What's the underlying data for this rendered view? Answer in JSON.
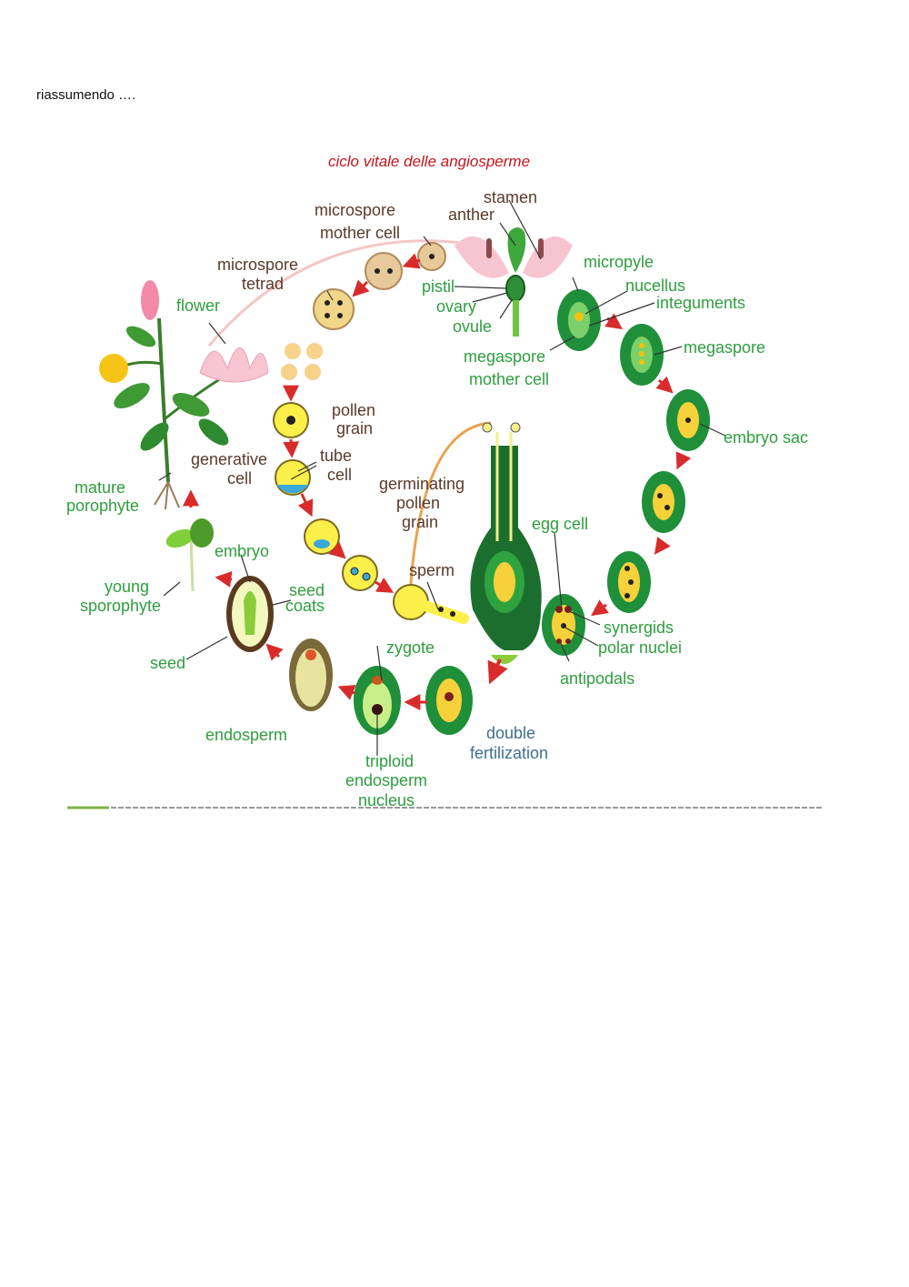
{
  "page": {
    "intro_text": "riassumendo ….",
    "figure_title": "ciclo vitale delle angiosperme"
  },
  "colors": {
    "title_red": "#c0151c",
    "label_brown": "#5a3a2a",
    "label_green": "#2e9e3e",
    "label_blue": "#3f6f8f",
    "arrow_red": "#d92b2b",
    "ovule_green": "#1f8f3a",
    "nucleus_yellow": "#f4c20d"
  },
  "labels": {
    "stamen": "stamen",
    "anther": "anther",
    "microspore_mother_cell_1": "microspore",
    "microspore_mother_cell_2": "mother cell",
    "microspore_tetrad_1": "microspore",
    "microspore_tetrad_2": "tetrad",
    "flower": "flower",
    "pistil": "pistil",
    "ovary": "ovary",
    "ovule": "ovule",
    "micropyle": "micropyle",
    "nucellus": "nucellus",
    "integuments": "integuments",
    "megaspore_mother_cell_1": "megaspore",
    "megaspore_mother_cell_2": "mother cell",
    "megaspore": "megaspore",
    "embryo_sac": "embryo sac",
    "pollen_grain_1": "pollen",
    "pollen_grain_2": "grain",
    "generative_cell_1": "generative",
    "generative_cell_2": "cell",
    "tube_cell_1": "tube",
    "tube_cell_2": "cell",
    "germinating_1": "germinating",
    "germinating_2": "pollen",
    "germinating_3": "grain",
    "mature_sporophyte_1": "mature",
    "mature_sporophyte_2": "porophyte",
    "embryo": "embryo",
    "egg_cell": "egg cell",
    "sperm": "sperm",
    "young_sporophyte_1": "young",
    "young_sporophyte_2": "sporophyte",
    "seed_coats_1": "seed",
    "seed_coats_2": "coats",
    "seed": "seed",
    "zygote": "zygote",
    "synergids": "synergids",
    "polar_nuclei": "polar  nuclei",
    "antipodals": "antipodals",
    "endosperm": "endosperm",
    "double_fertilization_1": "double",
    "double_fertilization_2": "fertilization",
    "triploid_1": "triploid",
    "triploid_2": "endosperm",
    "triploid_3": "nucleus"
  }
}
